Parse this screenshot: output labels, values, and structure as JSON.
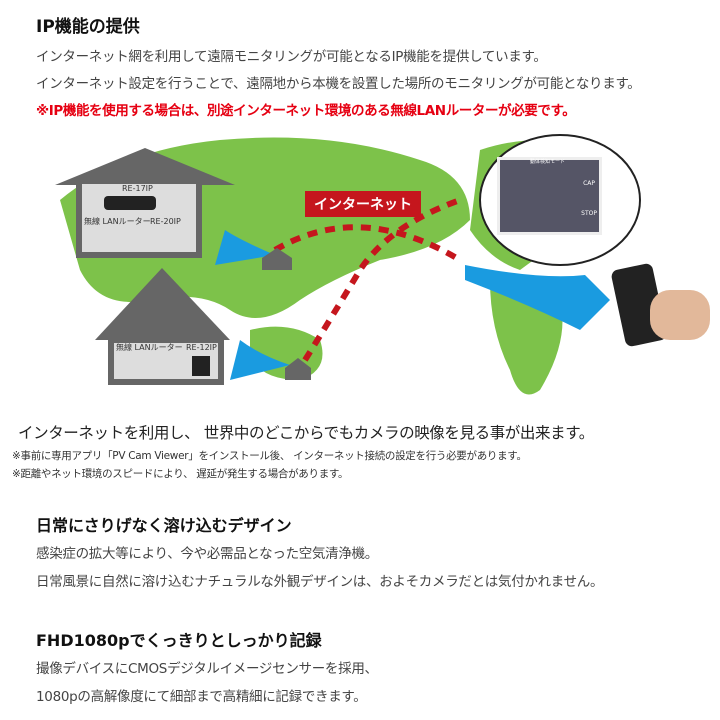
{
  "ip": {
    "title": "IP機能の提供",
    "line1": "インターネット網を利用して遠隔モニタリングが可能となるIP機能を提供しています。",
    "line2": "インターネット設定を行うことで、遠隔地から本機を設置した場所のモニタリングが可能となります。",
    "warning": "※IP機能を使用する場合は、別途インターネット環境のある無線LANルーターが必要です。"
  },
  "illustration": {
    "internet_label": "インターネット",
    "house1": {
      "model_top": "RE-17IP",
      "router_label": "無線 LANルーター",
      "model_right": "RE-20IP"
    },
    "house2": {
      "router_label": "無線 LANルーター",
      "model": "RE-12IP"
    },
    "screen": {
      "title": "動体検知モード",
      "cap": "CAP",
      "stop": "STOP"
    }
  },
  "caption": "インターネットを利用し、 世界中のどこからでもカメラの映像を見る事が出来ます。",
  "notes": [
    "※事前に専用アプリ「PV Cam Viewer」をインストール後、 インターネット接続の設定を行う必要があります。",
    "※距離やネット環境のスピードにより、 遅延が発生する場合があります。"
  ],
  "design": {
    "title": "日常にさりげなく溶け込むデザイン",
    "line1": "感染症の拡大等により、今や必需品となった空気清浄機。",
    "line2": "日常風景に自然に溶け込むナチュラルな外観デザインは、およそカメラだとは気付かれません。"
  },
  "fhd": {
    "title": "FHD1080pでくっきりとしっかり記録",
    "line1": "撮像デバイスにCMOSデジタルイメージセンサーを採用、",
    "line2": "1080pの高解像度にて細部まで高精細に記録できます。"
  }
}
